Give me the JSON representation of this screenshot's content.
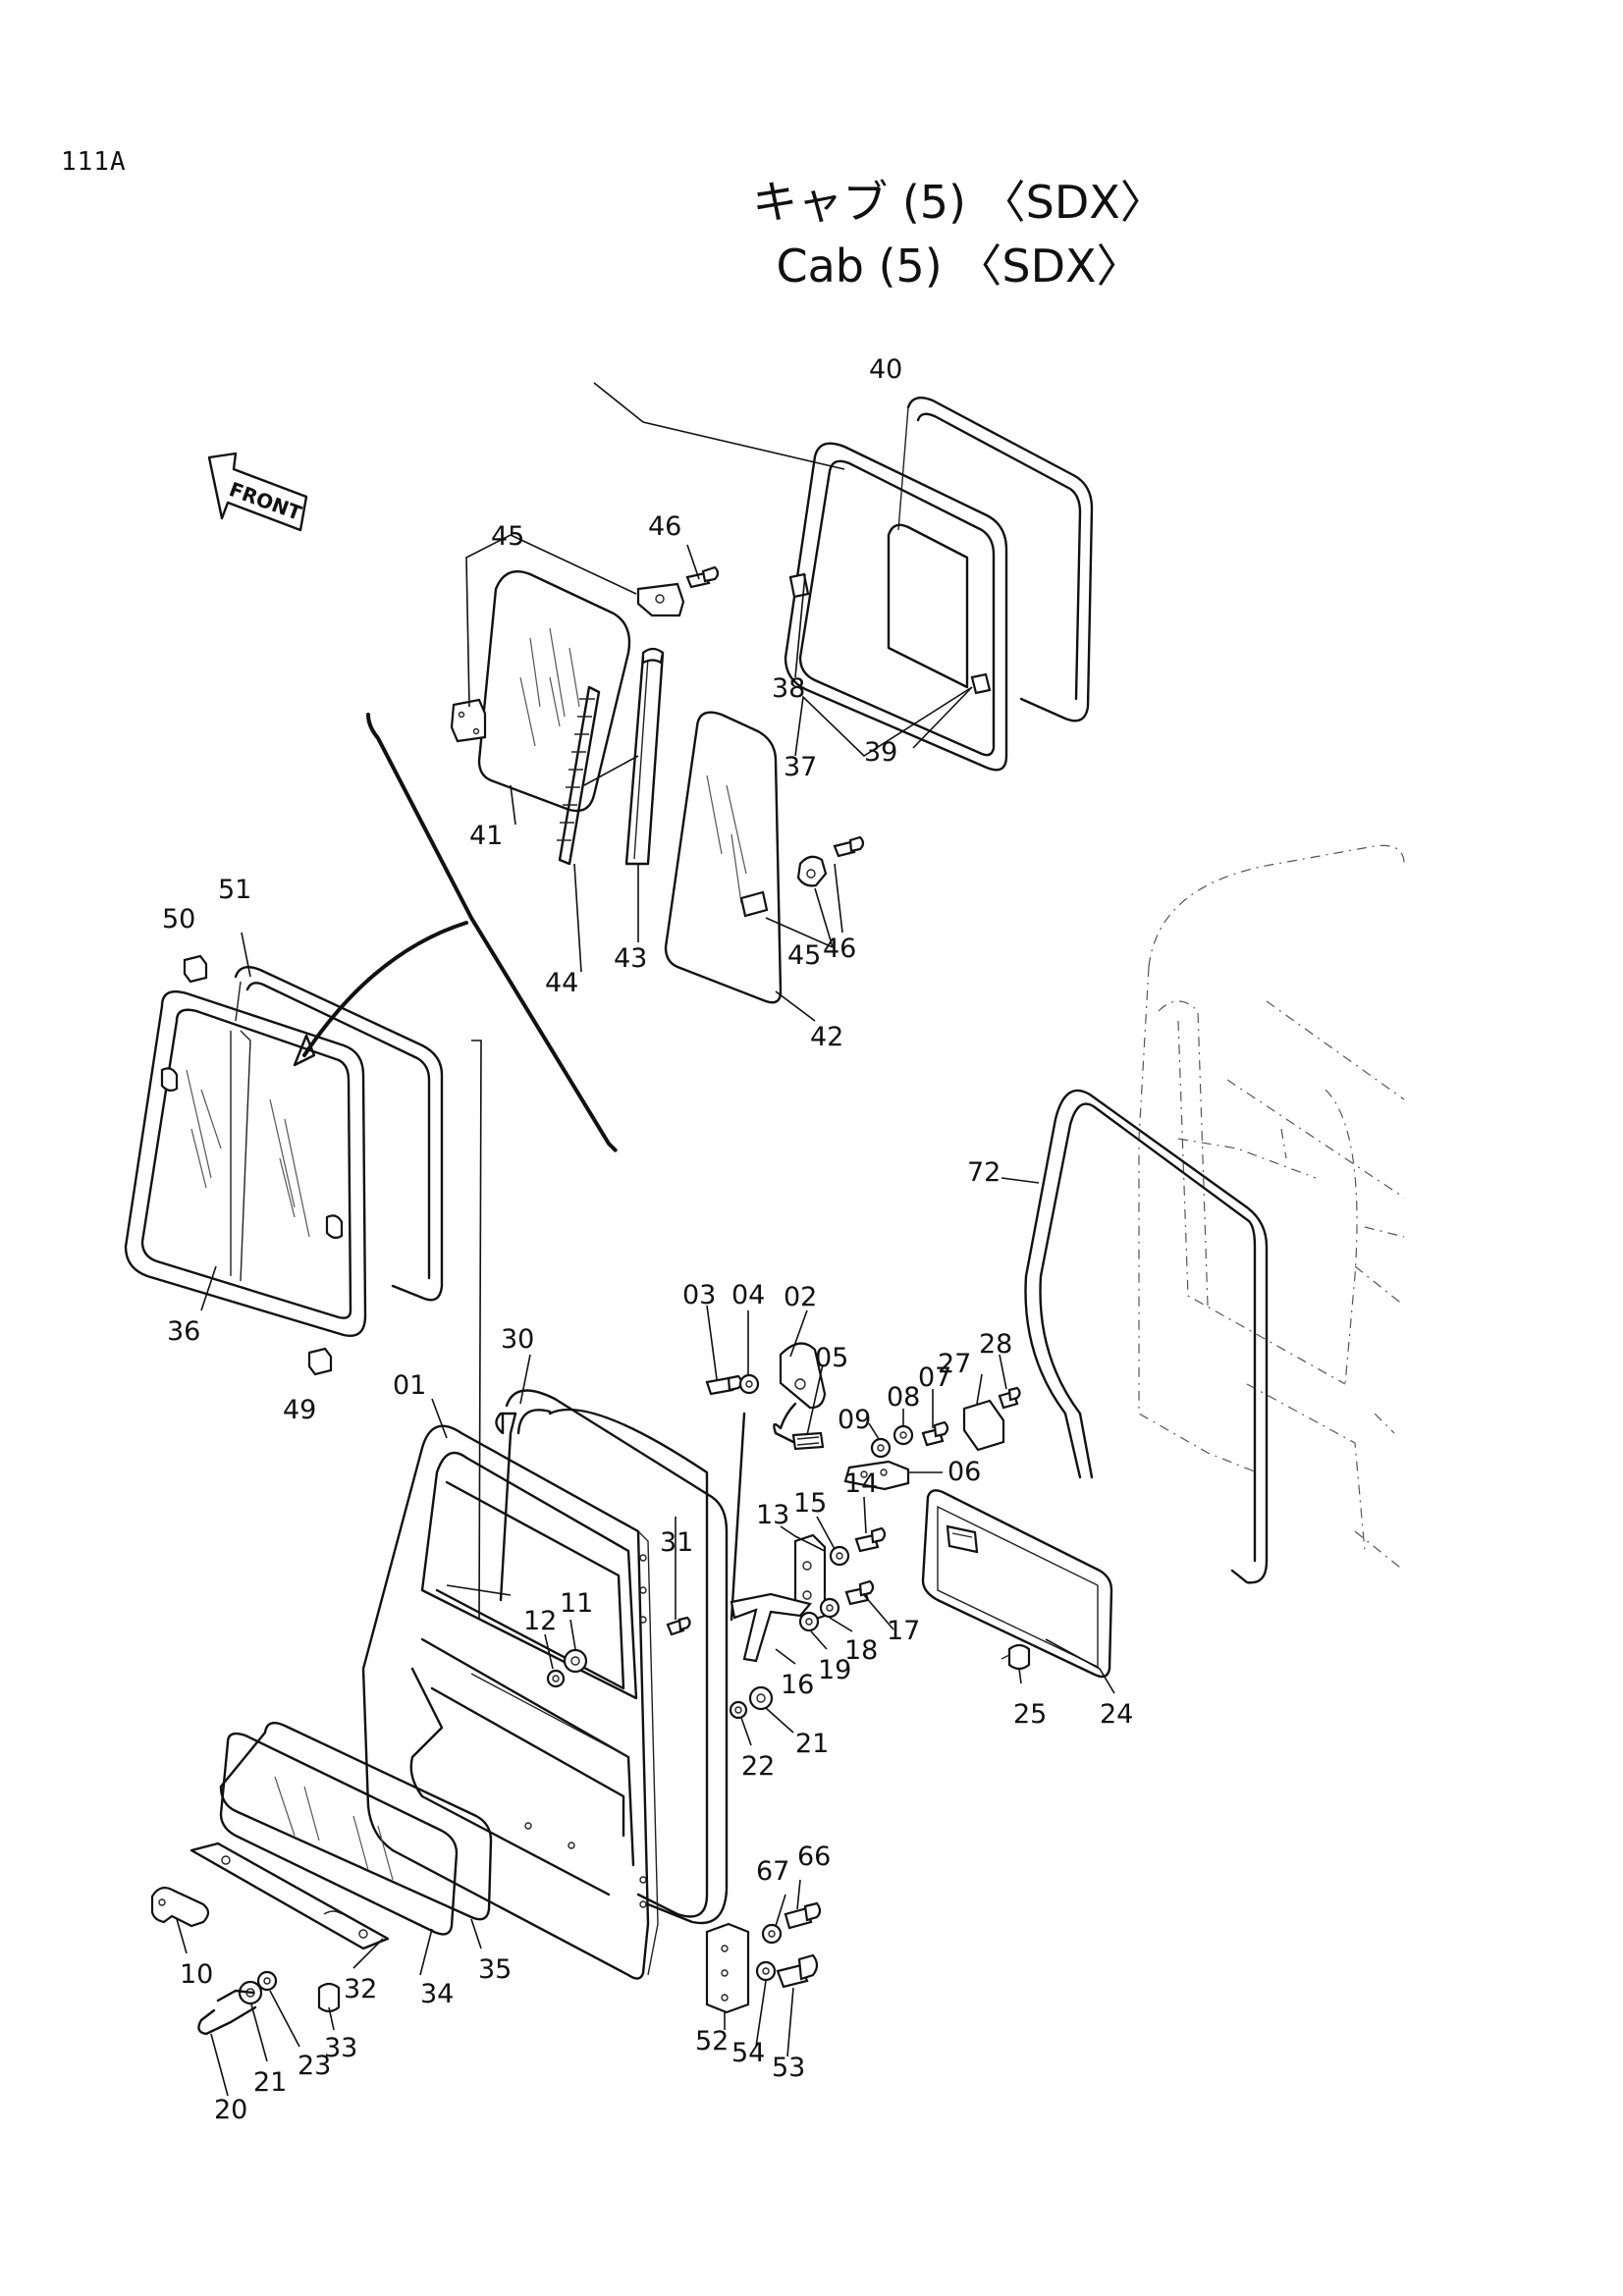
{
  "page_code": "111A",
  "title_ja": "キャブ (5) 〈SDX〉",
  "title_en": "Cab (5) 〈SDX〉",
  "direction_label": "FRONT",
  "part_labels": {
    "p01": "01",
    "p02": "02",
    "p03": "03",
    "p04": "04",
    "p05": "05",
    "p06": "06",
    "p07": "07",
    "p08": "08",
    "p09": "09",
    "p10": "10",
    "p11": "11",
    "p12": "12",
    "p13": "13",
    "p14": "14",
    "p15": "15",
    "p16": "16",
    "p17": "17",
    "p18": "18",
    "p19": "19",
    "p20": "20",
    "p21a": "21",
    "p21b": "21",
    "p22": "22",
    "p23": "23",
    "p24": "24",
    "p25": "25",
    "p27": "27",
    "p28": "28",
    "p30": "30",
    "p31": "31",
    "p32": "32",
    "p33": "33",
    "p34": "34",
    "p35": "35",
    "p36": "36",
    "p37": "37",
    "p38": "38",
    "p39": "39",
    "p40": "40",
    "p41": "41",
    "p42": "42",
    "p43": "43",
    "p44": "44",
    "p45a": "45",
    "p45b": "45",
    "p46a": "46",
    "p46b": "46",
    "p49": "49",
    "p50": "50",
    "p51": "51",
    "p52": "52",
    "p53": "53",
    "p54": "54",
    "p66": "66",
    "p67": "67",
    "p72": "72"
  }
}
